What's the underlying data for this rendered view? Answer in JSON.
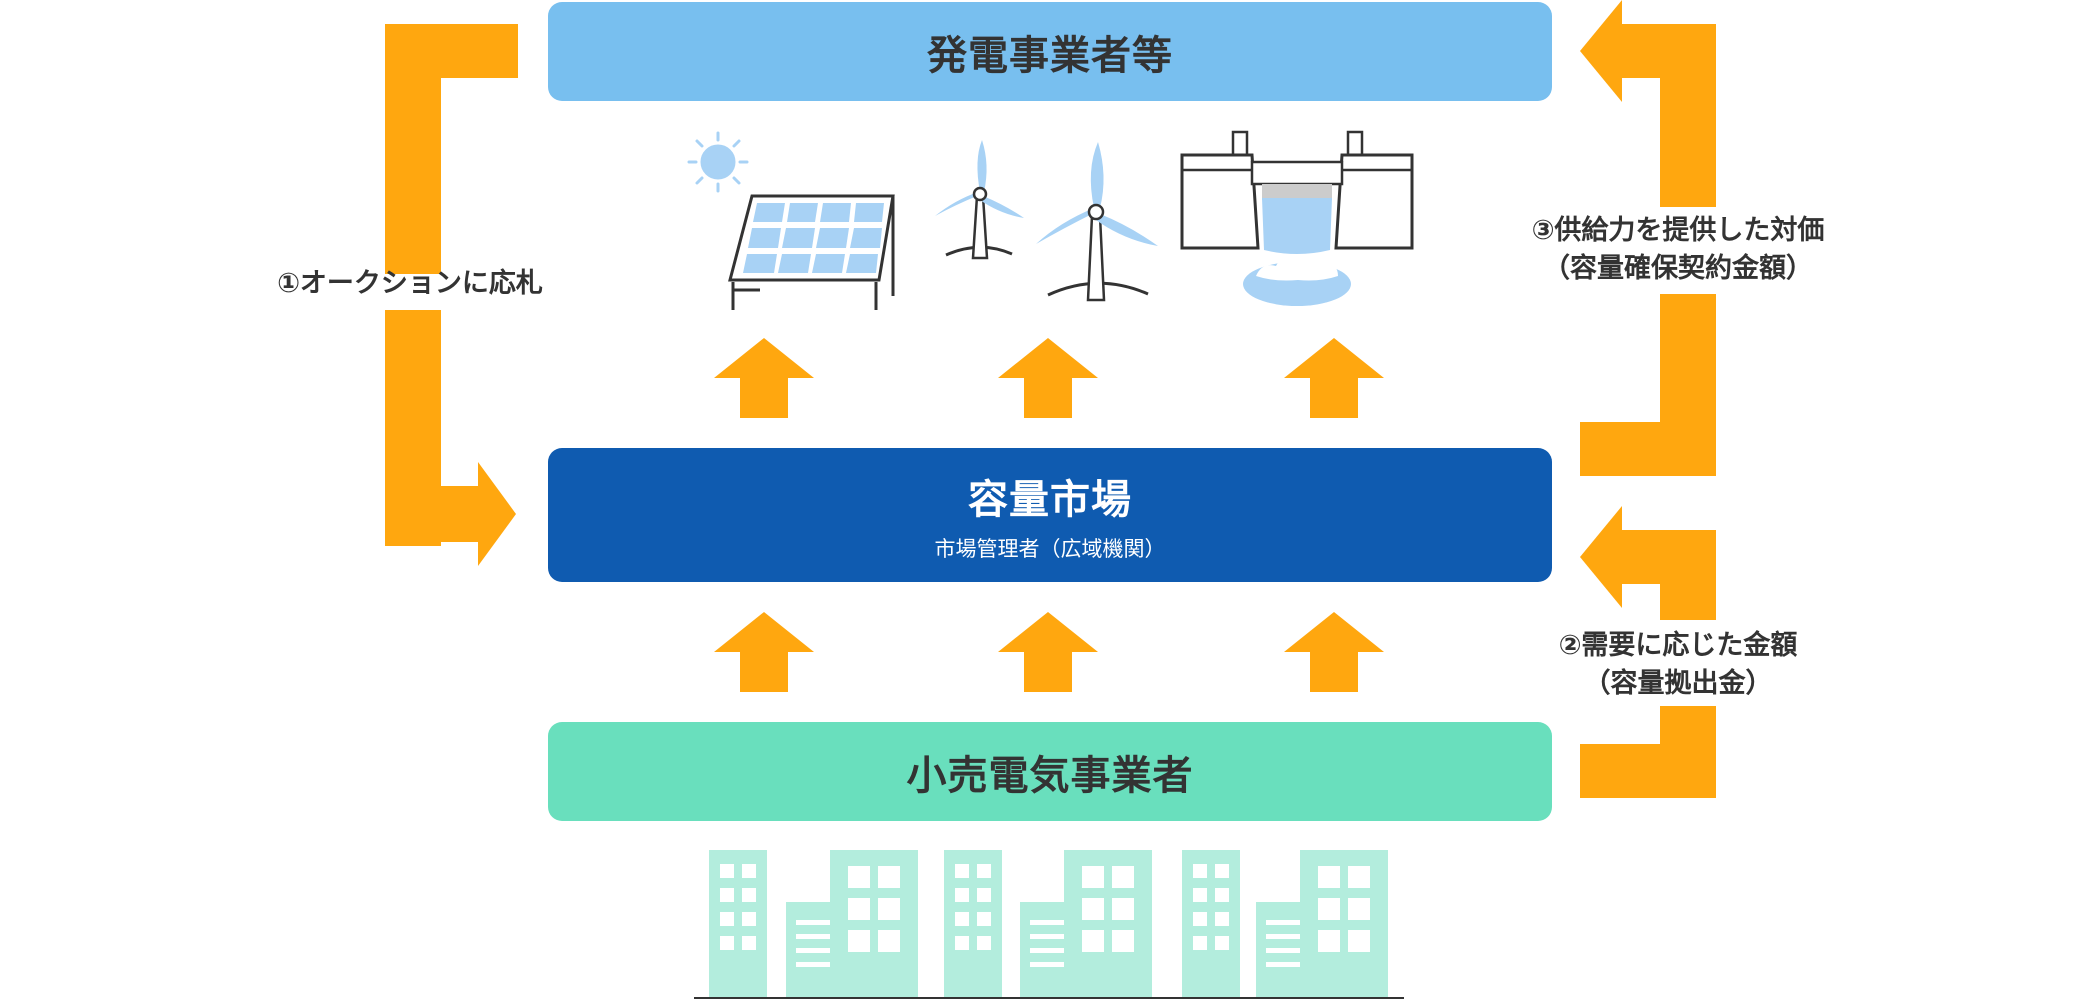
{
  "colors": {
    "arrow": "#FFA70F",
    "top_box": "#78BFEF",
    "middle_box": "#0F5BB0",
    "bottom_box": "#69DFBD",
    "building": "#B3EDDD",
    "panel": "#A8D2F5",
    "light_blue": "#A8D2F5",
    "outline": "#333333"
  },
  "boxes": {
    "generators": {
      "title": "発電事業者等"
    },
    "market": {
      "title": "容量市場",
      "subtitle": "市場管理者（広域機関）"
    },
    "retailers": {
      "title": "小売電気事業者"
    }
  },
  "flows": {
    "bid": {
      "label": "①オークションに応札"
    },
    "payment_from_retailers": {
      "line1": "②需要に応じた金額",
      "line2": "（容量拠出金）"
    },
    "payment_to_generators": {
      "line1": "③供給力を提供した対価",
      "line2": "（容量確保契約金額）"
    }
  },
  "icons": [
    "sun-icon",
    "solar-panel-icon",
    "wind-turbine-icon",
    "hydro-dam-icon",
    "building-icon"
  ]
}
